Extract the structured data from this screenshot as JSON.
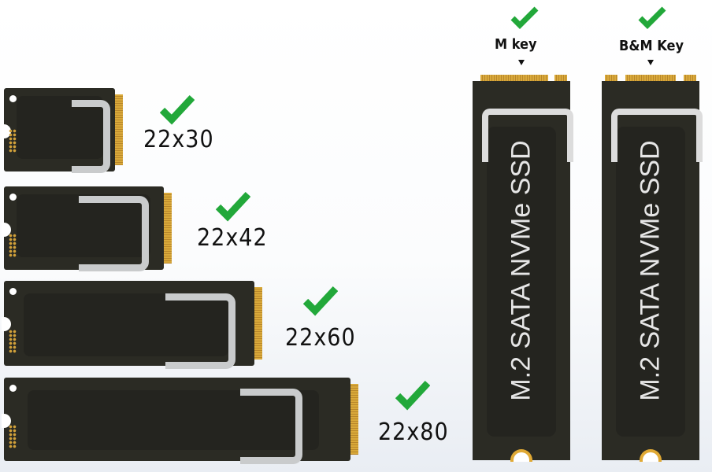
{
  "modules": [
    {
      "size_label": "22x30",
      "checked": true
    },
    {
      "size_label": "22x42",
      "checked": true
    },
    {
      "size_label": "22x60",
      "checked": true
    },
    {
      "size_label": "22x80",
      "checked": true
    }
  ],
  "keys": [
    {
      "label": "M key",
      "checked": true,
      "ssd_text": "M.2 SATA NVMe SSD"
    },
    {
      "label": "B&M Key",
      "checked": true,
      "ssd_text": "M.2 SATA NVMe SSD"
    }
  ],
  "colors": {
    "pcb": "#2b2b24",
    "gold": "#d9a93a",
    "check": "#22a83a"
  }
}
